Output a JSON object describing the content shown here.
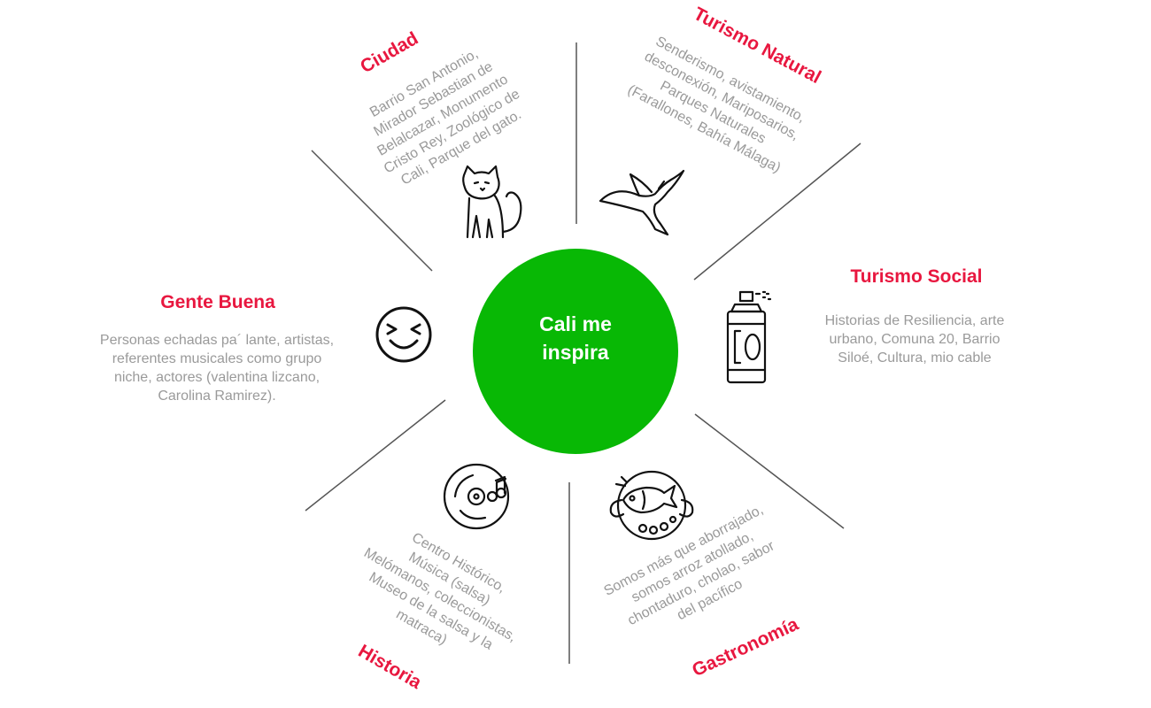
{
  "center": {
    "label": "Cali me\ninspira",
    "color": "#08b805"
  },
  "accent_color": "#e8173f",
  "text_color": "#9a9a9a",
  "segments": [
    {
      "id": "ciudad",
      "title": "Ciudad",
      "description": "Barrio San Antonio,\nMirador Sebastian de\nBelalcazar, Monumento\nCristo Rey, Zoológico de\nCali, Parque del gato.",
      "icon": "cat-icon"
    },
    {
      "id": "turismo-natural",
      "title": "Turismo Natural",
      "description": "Senderismo, avistamiento,\ndesconexión, Mariposarios,\nParques Naturales\n(Farallones, Bahía Málaga)",
      "icon": "bird-icon"
    },
    {
      "id": "turismo-social",
      "title": "Turismo Social",
      "description": "Historias de Resiliencia, arte\nurbano, Comuna 20, Barrio\nSiloé, Cultura, mio cable",
      "icon": "spray-can-icon"
    },
    {
      "id": "gastronomia",
      "title": "Gastronomía",
      "description": "Somos más que aborrajado,\nsomos arroz atollado,\nchontaduro, cholao, sabor\ndel pacífico",
      "icon": "fish-dish-icon"
    },
    {
      "id": "historia",
      "title": "Historia",
      "description": "Centro Histórico,\nMúsica (salsa)\nMelómanos, coleccionistas,\nMuseo de la salsa y la\nmatraca)",
      "icon": "vinyl-record-icon"
    },
    {
      "id": "gente-buena",
      "title": "Gente Buena",
      "description": "Personas echadas pa´ lante, artistas,\nreferentes musicales como grupo\nniche, actores (valentina lizcano,\nCarolina Ramirez).",
      "icon": "smiley-face-icon"
    }
  ]
}
